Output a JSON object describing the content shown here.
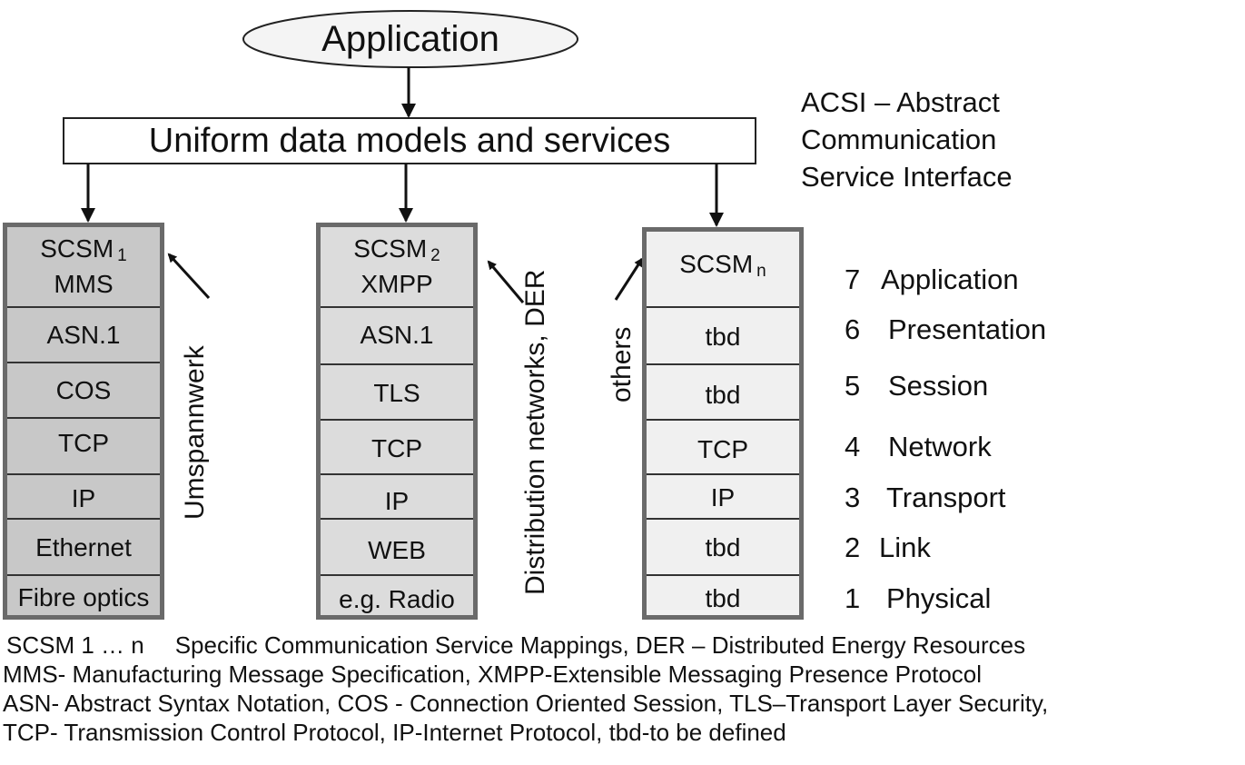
{
  "top": {
    "application": "Application",
    "uniform": "Uniform data models and services"
  },
  "acsi": {
    "line1": "ACSI – Abstract",
    "line2": "Communication",
    "line3": "Service Interface"
  },
  "stack1": {
    "header_name": "SCSM",
    "header_sub": "1",
    "header_line2": "MMS",
    "layers": [
      "ASN.1",
      "COS",
      "TCP",
      "IP",
      "Ethernet",
      "Fibre optics"
    ],
    "side_label": "Umspannwerk"
  },
  "stack2": {
    "header_name": "SCSM",
    "header_sub": "2",
    "header_line2": "XMPP",
    "layers": [
      "ASN.1",
      "TLS",
      "TCP",
      "IP",
      "WEB",
      "e.g. Radio"
    ],
    "side_label": "Distribution networks, DER"
  },
  "stack3": {
    "header_name": "SCSM",
    "header_sub": "n",
    "layers": [
      "tbd",
      "tbd",
      "TCP",
      "IP",
      "tbd",
      "tbd"
    ],
    "side_label": "others"
  },
  "osi_layers": [
    {
      "num": "7",
      "name": "Application"
    },
    {
      "num": "6",
      "name": "Presentation"
    },
    {
      "num": "5",
      "name": "Session"
    },
    {
      "num": "4",
      "name": "Network"
    },
    {
      "num": "3",
      "name": "Transport"
    },
    {
      "num": "2",
      "name": "Link"
    },
    {
      "num": "1",
      "name": "Physical"
    }
  ],
  "legend": {
    "line1_term": "SCSM 1 … n",
    "line1_def": "Specific Communication Service Mappings, DER – Distributed Energy Resources",
    "line2": "MMS- Manufacturing Message Specification, XMPP-Extensible Messaging Presence Protocol",
    "line3": "ASN- Abstract Syntax Notation, COS - Connection Oriented Session, TLS–Transport Layer Security,",
    "line4": "TCP- Transmission Control Protocol, IP-Internet Protocol, tbd-to be defined"
  },
  "colors": {
    "stack1_fill": "#c8c8c8",
    "stack2_fill": "#dcdcdc",
    "stack3_fill": "#f0f0f0",
    "border": "#6a6a6a"
  }
}
